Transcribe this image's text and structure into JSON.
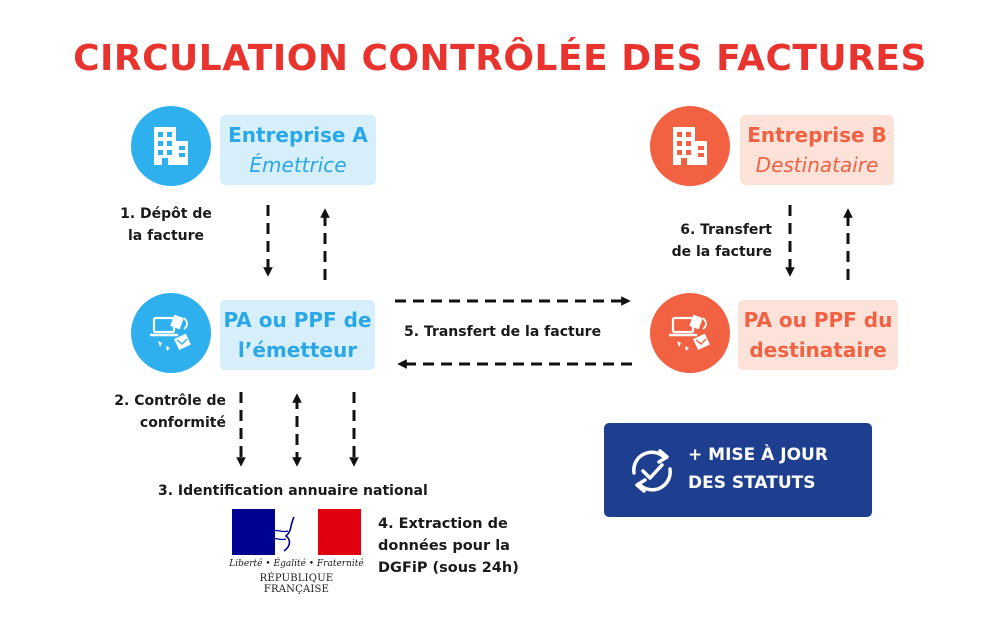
{
  "title": "CIRCULATION CONTRÔLÉE DES FACTURES",
  "entreprise_a": {
    "name": "Entreprise A",
    "role": "Émettrice"
  },
  "entreprise_b": {
    "name": "Entreprise B",
    "role": "Destinataire"
  },
  "pa_emetteur": {
    "line1": "PA ou PPF de",
    "line2": "l’émetteur"
  },
  "pa_destinataire": {
    "line1": "PA ou PPF du",
    "line2": "destinataire"
  },
  "steps": {
    "s1": {
      "line1": "1. Dépôt de",
      "line2": "la facture"
    },
    "s2": {
      "line1": "2. Contrôle de",
      "line2": "conformité"
    },
    "s3": "3. Identification annuaire national",
    "s4": {
      "line1": "4. Extraction de",
      "line2": "données pour la",
      "line3": "DGFiP (sous 24h)"
    },
    "s5": "5. Transfert de la facture",
    "s6": {
      "line1": "6. Transfert",
      "line2": "de la facture"
    }
  },
  "status": {
    "line1": "+ MISE À JOUR",
    "line2": "DES STATUTS"
  },
  "republique": {
    "motto": "Liberté • Égalité • Fraternité",
    "name": "RÉPUBLIQUE FRANÇAISE"
  },
  "colors": {
    "title": "#e8332e",
    "blue": "#2eb0ef",
    "blue_light": "#d6effb",
    "red": "#f26141",
    "red_light": "#fde2da",
    "navy": "#1e3f8f"
  },
  "icons": {
    "company": "building-icon",
    "platform": "laptop-documents-icon",
    "status": "refresh-check-icon"
  }
}
